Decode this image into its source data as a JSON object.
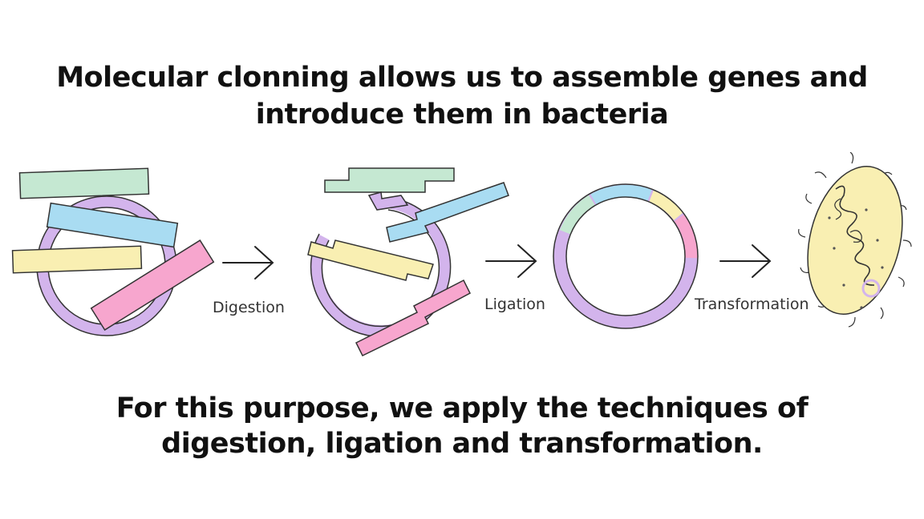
{
  "title": {
    "line1": "Molecular clonning allows us to assemble genes and",
    "line2": "introduce them in bacteria"
  },
  "steps": {
    "digestion": "Digestion",
    "ligation": "Ligation",
    "transformation": "Transformation"
  },
  "footer": {
    "line1": "For this purpose, we apply the techniques of",
    "line2": "digestion, ligation and transformation."
  },
  "colors": {
    "plasmid": "#d3b4ec",
    "fragment_green": "#c5e8d2",
    "fragment_blue": "#a9dcf2",
    "fragment_yellow": "#f9efb2",
    "fragment_pink": "#f7a6ce",
    "bacterium": "#f9efb2"
  }
}
